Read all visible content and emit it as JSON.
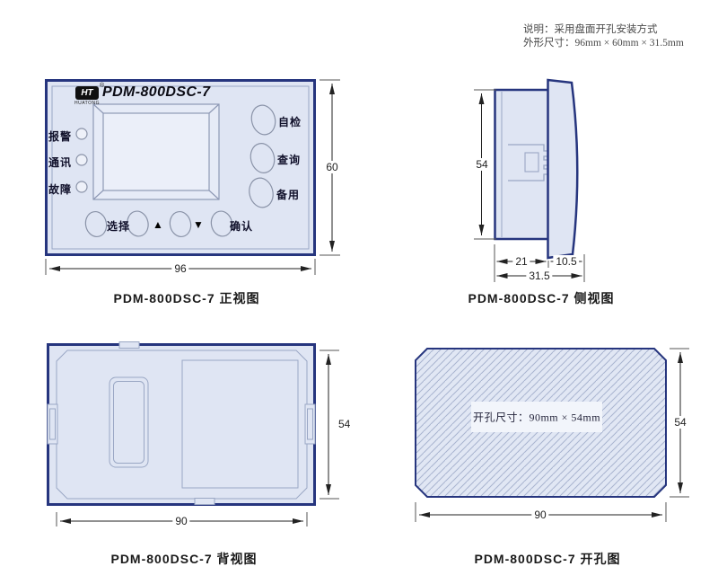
{
  "note": {
    "line1": "说明：采用盘面开孔安装方式",
    "line2": "外形尺寸：96mm × 60mm × 31.5mm"
  },
  "front_view": {
    "logo": {
      "mark": "HT",
      "reg": "®",
      "brand": "HUATONG"
    },
    "model": "PDM-800DSC-7",
    "leds": [
      {
        "label": "报警"
      },
      {
        "label": "通讯"
      },
      {
        "label": "故障"
      }
    ],
    "side_buttons": [
      {
        "label": "自检"
      },
      {
        "label": "查询"
      },
      {
        "label": "备用"
      }
    ],
    "bottom_buttons": [
      {
        "label": "选择"
      },
      {
        "label": "▲"
      },
      {
        "label": "▼"
      },
      {
        "label": "确认"
      }
    ],
    "dims": {
      "width": "96",
      "height": "60"
    },
    "caption": "PDM-800DSC-7 正视图"
  },
  "side_view": {
    "dims": {
      "height": "54",
      "body_depth": "21",
      "bezel_depth": "10.5",
      "total_depth": "31.5"
    },
    "caption": "PDM-800DSC-7 侧视图"
  },
  "back_view": {
    "dims": {
      "width": "90",
      "height": "54"
    },
    "caption": "PDM-800DSC-7 背视图"
  },
  "cutout_view": {
    "cutout_label": "开孔尺寸：90mm × 54mm",
    "dims": {
      "width": "90",
      "height": "54"
    },
    "caption": "PDM-800DSC-7 开孔图"
  },
  "colors": {
    "panel_border": "#26357e",
    "panel_fill": "#dfe5f3",
    "inner_line": "#9aa7c4",
    "dim_line": "#222222",
    "hatch_line": "#a9b4cf"
  }
}
